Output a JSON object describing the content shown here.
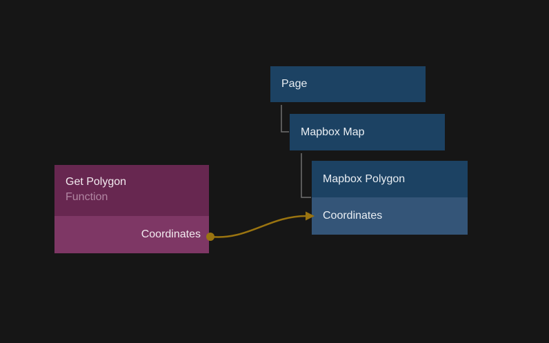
{
  "editor": {
    "background_color": "#161616",
    "tree_connector_color": "#707070"
  },
  "nodes": {
    "page": {
      "title": "Page",
      "color": "#1c4263"
    },
    "mapbox_map": {
      "title": "Mapbox Map",
      "color": "#1c4263"
    },
    "mapbox_polygon": {
      "title": "Mapbox Polygon",
      "header_color": "#1c4263",
      "port_row": {
        "label": "Coordinates",
        "color": "#345578"
      }
    },
    "get_polygon": {
      "title": "Get Polygon",
      "subtitle": "Function",
      "header_color": "#672750",
      "port_row": {
        "label": "Coordinates",
        "color": "#7e3765"
      }
    }
  },
  "connection": {
    "from_node": "Get Polygon",
    "from_port": "Coordinates",
    "to_node": "Mapbox Polygon",
    "to_port": "Coordinates",
    "color": "#9a7410"
  }
}
